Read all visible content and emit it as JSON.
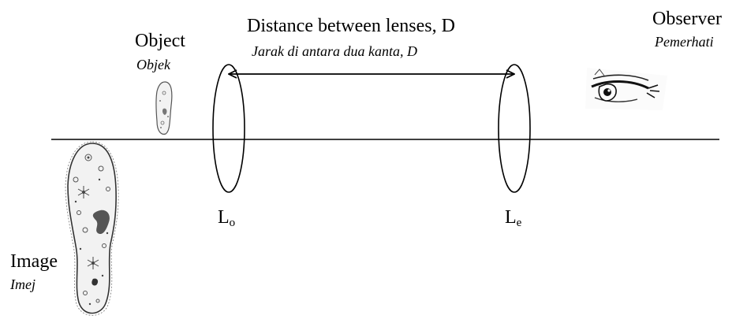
{
  "distance_label": {
    "english": "Distance between lenses, D",
    "malay": "Jarak di antara dua kanta, D"
  },
  "object_label": {
    "english": "Object",
    "malay": "Objek"
  },
  "observer_label": {
    "english": "Observer",
    "malay": "Pemerhati"
  },
  "image_label": {
    "english": "Image",
    "malay": "Imej"
  },
  "objective_lens": {
    "letter": "L",
    "subscript": "o"
  },
  "eyepiece_lens": {
    "letter": "L",
    "subscript": "e"
  },
  "colors": {
    "line": "#000000",
    "organism_fill": "#f2f2f2",
    "organism_stroke": "#333333"
  },
  "icons": [
    "paramecium-object-icon",
    "paramecium-image-icon",
    "eye-icon"
  ]
}
